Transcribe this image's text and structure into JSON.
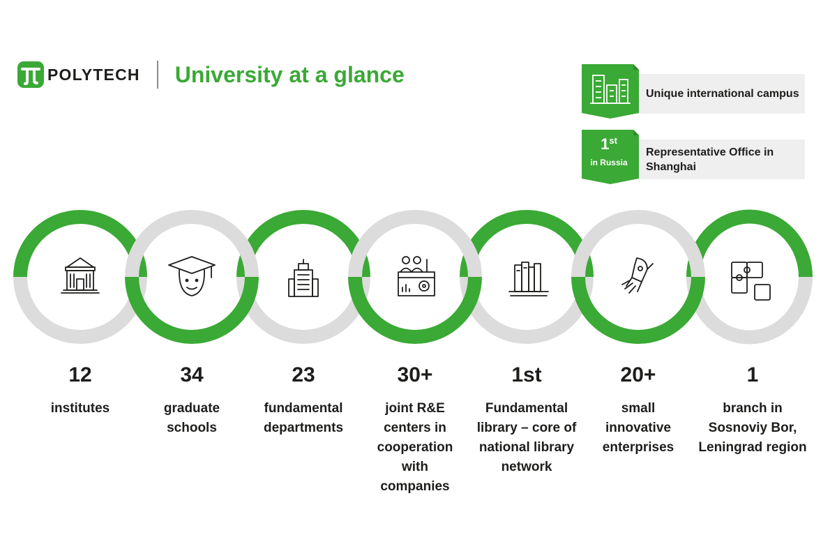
{
  "header": {
    "logo_text": "POLYTECH",
    "title": "University at a glance"
  },
  "highlights": [
    {
      "icon": "buildings-icon",
      "text": "Unique international campus"
    },
    {
      "badge_main": "1",
      "badge_sup": "st",
      "badge_sub": "in Russia",
      "text": "Representative Office in Shanghai"
    }
  ],
  "stats": [
    {
      "number": "12",
      "label": "institutes",
      "icon": "university-building-icon"
    },
    {
      "number": "34",
      "label": "graduate schools",
      "icon": "graduate-cap-icon"
    },
    {
      "number": "23",
      "label": "fundamental departments",
      "icon": "office-building-icon"
    },
    {
      "number": "30+",
      "label": "joint R&E centers in cooperation with companies",
      "icon": "research-team-icon"
    },
    {
      "number": "1st",
      "label": "Fundamental library – core of national library network",
      "icon": "books-icon"
    },
    {
      "number": "20+",
      "label": "small innovative enterprises",
      "icon": "rocket-startup-icon"
    },
    {
      "number": "1",
      "label": "branch in Sosnoviy Bor, Leningrad region",
      "icon": "puzzle-icon"
    }
  ],
  "colors": {
    "brand_green": "#3aa935",
    "ring_grey": "#dcdcdc",
    "text_dark": "#1d1d1b",
    "panel_grey": "#efefef"
  }
}
